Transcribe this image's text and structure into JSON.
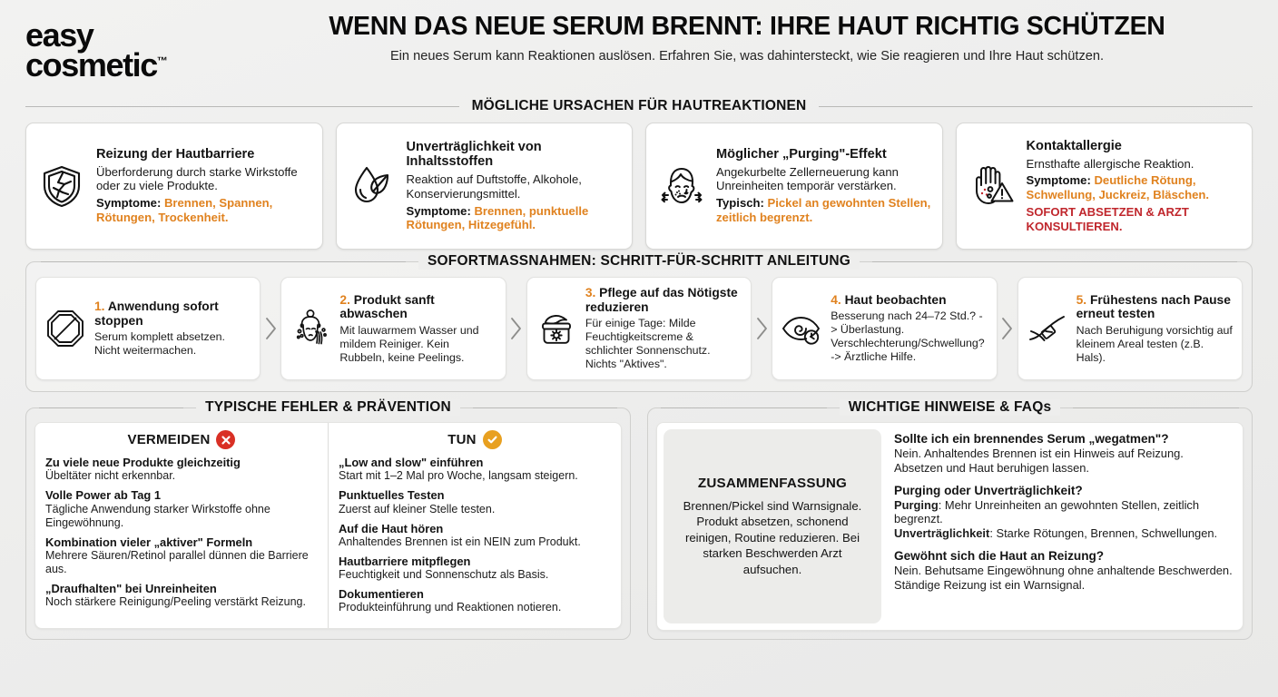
{
  "brand": {
    "line1": "easy",
    "line2": "cosmetic",
    "tm": "™"
  },
  "header": {
    "headline": "WENN DAS NEUE SERUM BRENNT: IHRE HAUT RICHTIG SCHÜTZEN",
    "subhead": "Ein neues Serum kann Reaktionen auslösen. Erfahren Sie, was dahintersteckt, wie Sie reagieren und Ihre Haut schützen."
  },
  "colors": {
    "accent": "#E0821F",
    "alert": "#C0272D",
    "x_badge": "#D93025",
    "check_badge": "#E8A020"
  },
  "causes": {
    "section_title": "MÖGLICHE URSACHEN FÜR HAUTREAKTIONEN",
    "cards": [
      {
        "icon": "cracked-shield-icon",
        "title": "Reizung der Hautbarriere",
        "desc": "Überforderung durch starke Wirkstoffe oder zu viele Produkte.",
        "sym_label": "Symptome:",
        "sym_value": "Brennen, Spannen, Rötungen, Trockenheit.",
        "alert": ""
      },
      {
        "icon": "droplet-leaf-icon",
        "title": "Unverträglichkeit von Inhaltsstoffen",
        "desc": "Reaktion auf Duftstoffe, Alkohole, Konservierungsmittel.",
        "sym_label": "Symptome:",
        "sym_value": "Brennen, punktuelle Rötungen, Hitzegefühl.",
        "alert": ""
      },
      {
        "icon": "blemished-face-icon",
        "title": "Möglicher „Purging\"-Effekt",
        "desc": "Angekurbelte Zellerneuerung kann Unreinheiten temporär verstärken.",
        "sym_label": "Typisch:",
        "sym_value": "Pickel an gewohnten Stellen, zeitlich begrenzt.",
        "alert": ""
      },
      {
        "icon": "hand-warning-icon",
        "title": "Kontaktallergie",
        "desc": "Ernsthafte allergische Reaktion.",
        "sym_label": "Symptome:",
        "sym_value": "Deutliche Rötung, Schwellung, Juckreiz, Bläschen.",
        "alert": "SOFORT ABSETZEN & ARZT KONSULTIEREN."
      }
    ]
  },
  "steps": {
    "section_title": "SOFORTMASSNAHMEN: SCHRITT-FÜR-SCHRITT ANLEITUNG",
    "items": [
      {
        "icon": "no-entry-icon",
        "num": "1.",
        "title": "Anwendung sofort stoppen",
        "desc": "Serum komplett absetzen. Nicht weitermachen."
      },
      {
        "icon": "face-wash-icon",
        "num": "2.",
        "title": "Produkt sanft abwaschen",
        "desc": "Mit lauwarmem Wasser und mildem Reiniger. Kein Rubbeln, keine Peelings."
      },
      {
        "icon": "cream-jar-icon",
        "num": "3.",
        "title": "Pflege auf das Nötigste reduzieren",
        "desc": "Für einige Tage: Milde Feuchtigkeitscreme & schlichter Sonnenschutz. Nichts \"Aktives\"."
      },
      {
        "icon": "eye-clock-icon",
        "num": "4.",
        "title": "Haut beobachten",
        "desc": "Besserung nach 24–72 Std.? -> Überlastung. Verschlechterung/Schwellung? -> Ärztliche Hilfe."
      },
      {
        "icon": "patch-test-arm-icon",
        "num": "5.",
        "title": "Frühestens nach Pause erneut testen",
        "desc": "Nach Beruhigung vorsichtig auf kleinem Areal testen (z.B. Hals)."
      }
    ]
  },
  "mistakes": {
    "section_title": "TYPISCHE FEHLER & PRÄVENTION",
    "avoid": {
      "heading": "VERMEIDEN",
      "badge_icon": "x-circle-icon",
      "items": [
        {
          "title": "Zu viele neue Produkte gleichzeitig",
          "desc": "Übeltäter nicht erkennbar."
        },
        {
          "title": "Volle Power ab Tag 1",
          "desc": "Tägliche Anwendung starker Wirkstoffe ohne Eingewöhnung."
        },
        {
          "title": "Kombination vieler „aktiver\" Formeln",
          "desc": "Mehrere Säuren/Retinol parallel dünnen die Barriere aus."
        },
        {
          "title": "„Draufhalten\" bei Unreinheiten",
          "desc": "Noch stärkere Reinigung/Peeling verstärkt Reizung."
        }
      ]
    },
    "do": {
      "heading": "TUN",
      "badge_icon": "check-circle-icon",
      "items": [
        {
          "title": "„Low and slow\" einführen",
          "desc": "Start mit 1–2 Mal pro Woche, langsam steigern."
        },
        {
          "title": "Punktuelles Testen",
          "desc": "Zuerst auf kleiner Stelle testen."
        },
        {
          "title": "Auf die Haut hören",
          "desc": "Anhaltendes Brennen ist ein NEIN zum Produkt."
        },
        {
          "title": "Hautbarriere mitpflegen",
          "desc": "Feuchtigkeit und Sonnenschutz als Basis."
        },
        {
          "title": "Dokumentieren",
          "desc": "Produkteinführung und Reaktionen notieren."
        }
      ]
    }
  },
  "faqs": {
    "section_title": "WICHTIGE HINWEISE & FAQs",
    "summary": {
      "title": "ZUSAMMENFASSUNG",
      "text": "Brennen/Pickel sind Warnsignale. Produkt absetzen, schonend reinigen, Routine reduzieren. Bei starken Beschwerden Arzt aufsuchen."
    },
    "items": [
      {
        "q": "Sollte ich ein brennendes Serum „wegatmen\"?",
        "a1": "Nein. Anhaltendes Brennen ist ein Hinweis auf Reizung. Absetzen und Haut beruhigen lassen.",
        "a2": ""
      },
      {
        "q": "Purging oder Unverträglichkeit?",
        "a1_label": "Purging",
        "a1": ": Mehr Unreinheiten an gewohnten Stellen, zeitlich begrenzt.",
        "a2_label": "Unverträglichkeit",
        "a2": ": Starke Rötungen, Brennen, Schwellungen."
      },
      {
        "q": "Gewöhnt sich die Haut an Reizung?",
        "a1": "Nein. Behutsame Eingewöhnung ohne anhaltende Beschwerden. Ständige Reizung ist ein Warnsignal.",
        "a2": ""
      }
    ]
  }
}
